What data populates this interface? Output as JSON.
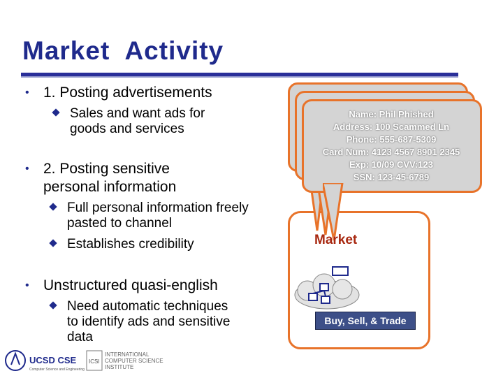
{
  "title": "Market  Activity",
  "bullets": [
    {
      "text": "1. Posting advertisements",
      "sub": [
        "Sales and want ads for goods and services"
      ]
    },
    {
      "text": "2. Posting sensitive personal information",
      "sub": [
        "Full personal information freely pasted to channel",
        "Establishes credibility"
      ]
    },
    {
      "text": "Unstructured quasi-english",
      "sub": [
        "Need automatic techniques to identify ads and sensitive data"
      ]
    }
  ],
  "card": {
    "name": "Name: Phil Phished",
    "address": "Address: 100 Scammed Ln",
    "phone": "Phone: 555-687-5309",
    "card_num": "Card Num: 4123 4567 8901 2345",
    "exp": "Exp: 10/09  CVV:123",
    "ssn": "SSN: 123-45-6789"
  },
  "market_label": "Market",
  "action_label": "Buy, Sell, & Trade",
  "logos": {
    "ucsd": "UCSD CSE",
    "ucsd_tagline": "Computer Science and Engineering",
    "icsi": "INTERNATIONAL COMPUTER SCIENCE INSTITUTE"
  },
  "colors": {
    "title": "#1f2a8c",
    "accent_orange": "#e8732a",
    "button": "#3d4f88",
    "market": "#a82810"
  }
}
